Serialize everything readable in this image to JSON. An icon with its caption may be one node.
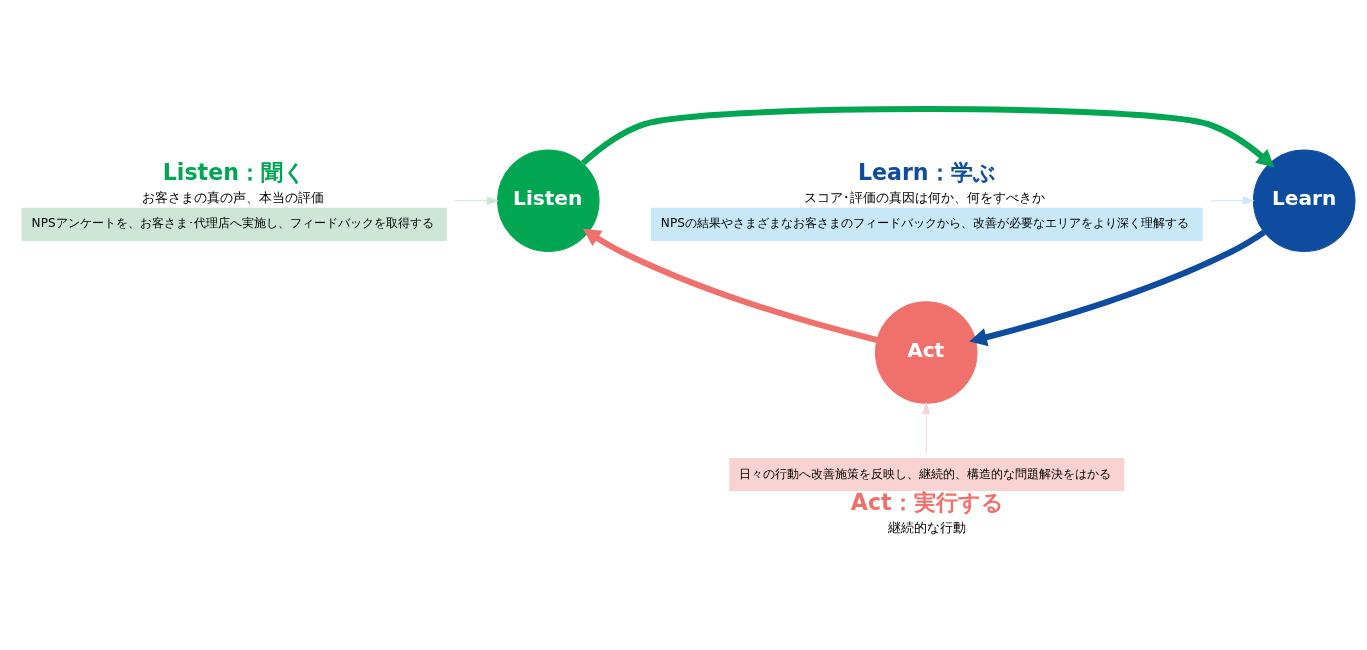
{
  "diagram": {
    "nodes": [
      {
        "text": [
          "Listen：聞く",
          "お客さまの真の声、本当の評価",
          "NPSアンケートを、お客さま･代理店へ実施し、フィードバックを取得する"
        ]
      },
      {
        "text": [
          "Learn：学ぶ",
          "スコア･評価の真因は何か、何をすべきか",
          "NPSの結果やさまざまなお客さまのフィードバックから、改善が必要なエリアをより深く理解する"
        ]
      },
      {
        "text": [
          "Listen"
        ]
      },
      {
        "text": [
          "Learn"
        ]
      },
      {
        "text": [
          "Act"
        ]
      },
      {
        "text": [
          "日々の行動へ改善施策を反映し、継続的、構造的な問題解決をはかる",
          "Act：実行する",
          "継続的な行動"
        ]
      }
    ],
    "edges": [
      {
        "from": 2,
        "to": 3,
        "arrow": "to",
        "style": "thick",
        "color": "#00a651"
      },
      {
        "from": 3,
        "to": 4,
        "arrow": "to",
        "style": "thick",
        "color": "#0d4c9e"
      },
      {
        "from": 4,
        "to": 2,
        "arrow": "to",
        "style": "thick",
        "color": "#f0706b"
      },
      {
        "from": 0,
        "to": 2,
        "arrow": "to",
        "color": "#cde6d6"
      },
      {
        "from": 1,
        "to": 3,
        "arrow": "to",
        "color": "#c9e8f7"
      },
      {
        "from": 5,
        "to": 4,
        "arrow": "to",
        "color": "#f9d3d1"
      }
    ]
  }
}
